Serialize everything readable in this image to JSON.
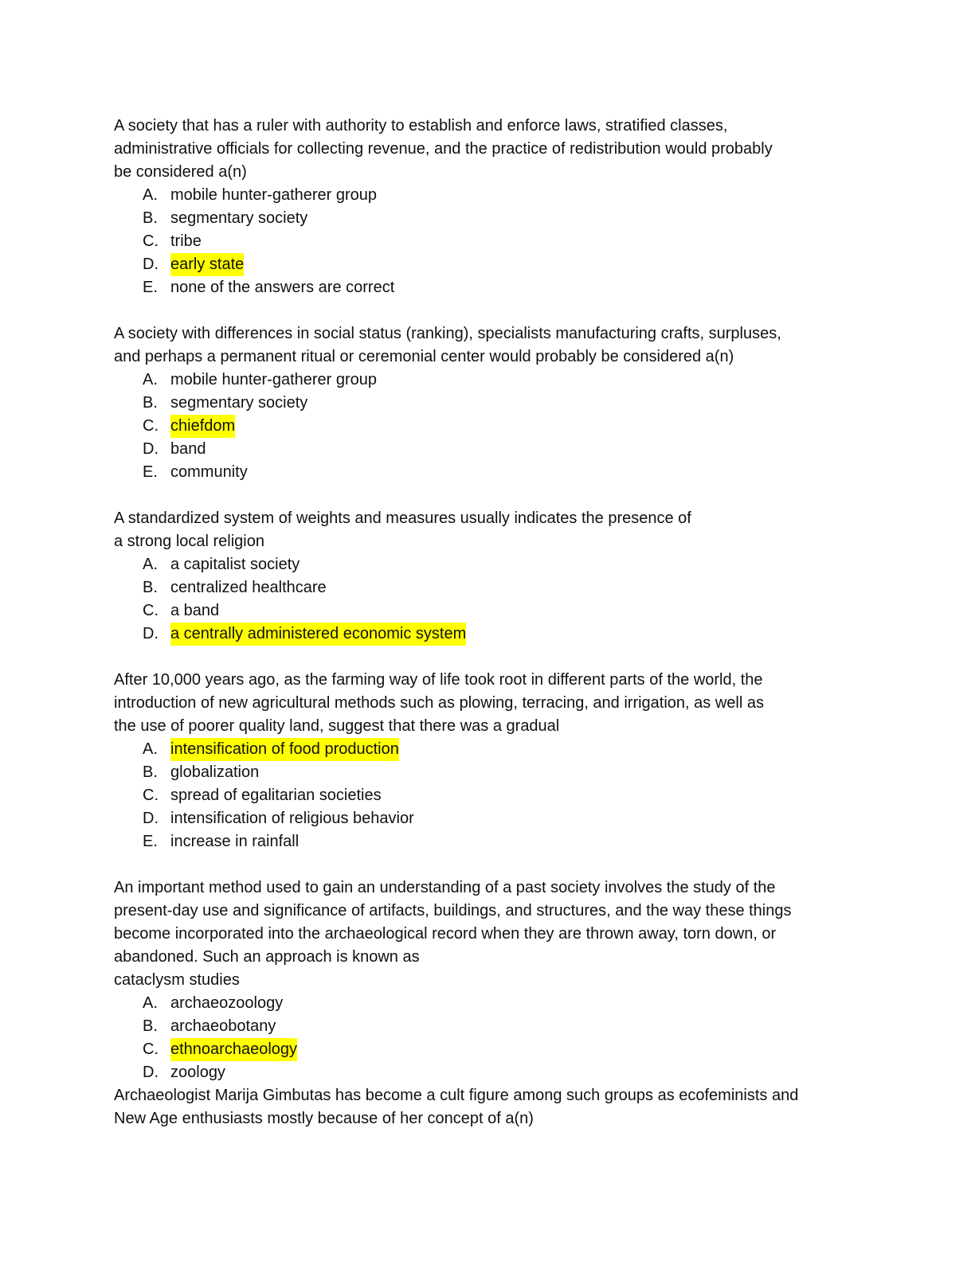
{
  "highlight_color": "#ffff00",
  "questions": [
    {
      "stem": [
        "A society that has a ruler with authority to establish and enforce laws, stratified classes,",
        "administrative officials for collecting revenue, and the practice of redistribution would probably",
        "be considered a(n)"
      ],
      "options": [
        {
          "letter": "A.",
          "text": "mobile hunter-gatherer group",
          "highlighted": false
        },
        {
          "letter": "B.",
          "text": "segmentary society",
          "highlighted": false
        },
        {
          "letter": "C.",
          "text": "tribe",
          "highlighted": false
        },
        {
          "letter": "D.",
          "text": "early state",
          "highlighted": true
        },
        {
          "letter": "E.",
          "text": "none of the answers are correct",
          "highlighted": false
        }
      ],
      "blank_after": true
    },
    {
      "stem": [
        "A society with differences in social status (ranking), specialists manufacturing crafts, surpluses,",
        "and perhaps a permanent ritual or ceremonial center would probably be considered a(n)"
      ],
      "options": [
        {
          "letter": "A.",
          "text": "mobile hunter-gatherer group",
          "highlighted": false
        },
        {
          "letter": "B.",
          "text": "segmentary society",
          "highlighted": false
        },
        {
          "letter": "C.",
          "text": "chiefdom",
          "highlighted": true
        },
        {
          "letter": "D.",
          "text": "band",
          "highlighted": false
        },
        {
          "letter": "E.",
          "text": "community",
          "highlighted": false
        }
      ],
      "blank_after": true
    },
    {
      "stem": [
        "A standardized system of weights and measures usually indicates the presence of",
        "a strong local religion"
      ],
      "options": [
        {
          "letter": "A.",
          "text": "a capitalist society",
          "highlighted": false
        },
        {
          "letter": "B.",
          "text": "centralized healthcare",
          "highlighted": false
        },
        {
          "letter": "C.",
          "text": "a band",
          "highlighted": false
        },
        {
          "letter": "D.",
          "text": "a centrally administered economic system",
          "highlighted": true
        }
      ],
      "blank_after": true
    },
    {
      "stem": [
        "After 10,000 years ago, as the farming way of life took root in different parts of the world, the",
        "introduction of new agricultural methods such as plowing, terracing, and irrigation, as well as",
        "the use of poorer quality land, suggest that there was a gradual"
      ],
      "options": [
        {
          "letter": "A.",
          "text": "intensification of food production",
          "highlighted": true
        },
        {
          "letter": "B.",
          "text": "globalization",
          "highlighted": false
        },
        {
          "letter": "C.",
          "text": "spread of egalitarian societies",
          "highlighted": false
        },
        {
          "letter": "D.",
          "text": "intensification of religious behavior",
          "highlighted": false
        },
        {
          "letter": "E.",
          "text": "increase in rainfall",
          "highlighted": false
        }
      ],
      "blank_after": true
    },
    {
      "stem": [
        "An important method used to gain an understanding of a past society involves the study of the",
        "present-day use and significance of artifacts, buildings, and structures, and the way these things",
        "become incorporated into the archaeological record when they are thrown away, torn down, or",
        "abandoned.  Such an approach is known as",
        "cataclysm studies"
      ],
      "options": [
        {
          "letter": "A.",
          "text": "archaeozoology",
          "highlighted": false
        },
        {
          "letter": "B.",
          "text": "archaeobotany",
          "highlighted": false
        },
        {
          "letter": "C.",
          "text": "ethnoarchaeology",
          "highlighted": true
        },
        {
          "letter": "D.",
          "text": "zoology",
          "highlighted": false
        }
      ],
      "blank_after": false
    },
    {
      "stem": [
        "Archaeologist Marija Gimbutas has become a cult figure among such groups as ecofeminists and",
        "New Age enthusiasts mostly because of her concept of a(n)"
      ],
      "options": [],
      "blank_after": false
    }
  ]
}
